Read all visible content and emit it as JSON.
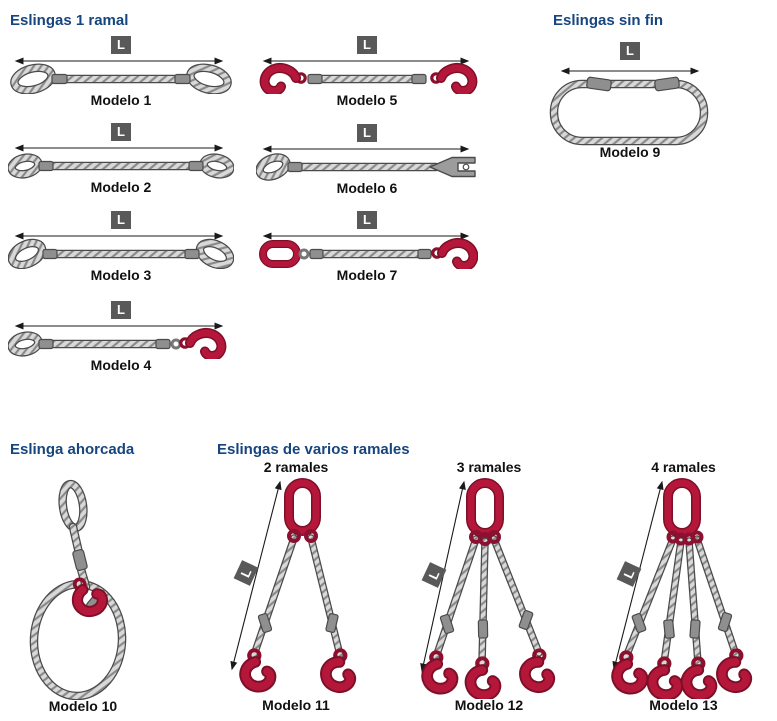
{
  "dim_label": "L",
  "colors": {
    "header_blue": "#16457f",
    "fitting_red": "#b5173a",
    "label_box_gray": "#595959",
    "rope_gray": "#d9d9d9"
  },
  "sections": {
    "single_leg": {
      "title": "Eslingas 1 ramal",
      "models": [
        {
          "name": "Modelo 1"
        },
        {
          "name": "Modelo 2"
        },
        {
          "name": "Modelo 3"
        },
        {
          "name": "Modelo 4"
        },
        {
          "name": "Modelo 5"
        },
        {
          "name": "Modelo 6"
        },
        {
          "name": "Modelo 7"
        }
      ]
    },
    "endless": {
      "title": "Eslingas sin fin",
      "model_name": "Modelo 9"
    },
    "choker": {
      "title": "Eslinga ahorcada",
      "model_name": "Modelo 10"
    },
    "multi_leg": {
      "title": "Eslingas de varios ramales",
      "variants": [
        {
          "count_label": "2 ramales",
          "model_name": "Modelo 11"
        },
        {
          "count_label": "3 ramales",
          "model_name": "Modelo 12"
        },
        {
          "count_label": "4 ramales",
          "model_name": "Modelo 13"
        }
      ]
    }
  }
}
